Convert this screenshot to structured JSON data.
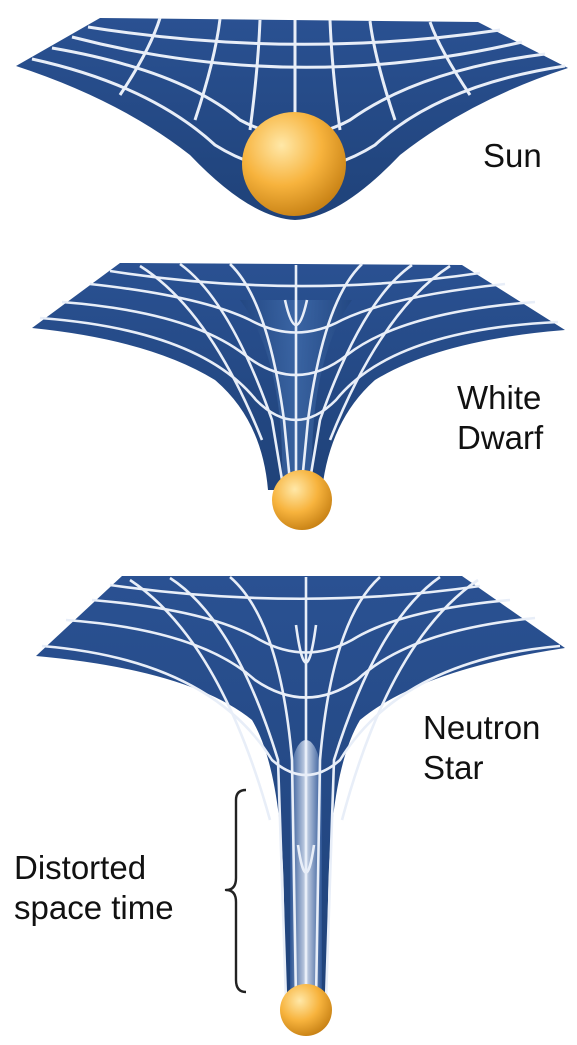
{
  "labels": {
    "sun": "Sun",
    "white_dwarf": [
      "White",
      "Dwarf"
    ],
    "neutron_star": [
      "Neutron",
      "Star"
    ],
    "distorted_space_time": [
      "Distorted",
      "space time"
    ]
  },
  "colors": {
    "sheet_dark": "#1f4279",
    "sheet_mid": "#3f69a8",
    "grid_line": "#e8eef8",
    "star_light": "#ffe8a8",
    "star_mid": "#f7b33d",
    "star_dark": "#c98316",
    "text": "#111111"
  }
}
